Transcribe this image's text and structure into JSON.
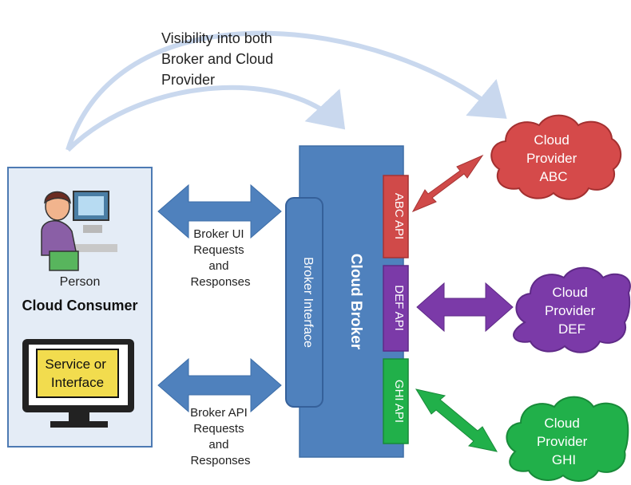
{
  "visibility_note": [
    "Visibility into both",
    "Broker  and Cloud",
    "Provider"
  ],
  "consumer": {
    "person_label": "Person",
    "title": "Cloud Consumer",
    "service_box": [
      "Service or",
      "Interface"
    ]
  },
  "broker_ui_flow": [
    "Broker UI",
    "Requests",
    "and",
    "Responses"
  ],
  "broker_api_flow": [
    "Broker API",
    "Requests",
    "and",
    "Responses"
  ],
  "broker_interface_label": "Broker Interface",
  "cloud_broker_label": "Cloud Broker",
  "apis": [
    {
      "label": "ABC API",
      "color": "#d04a49"
    },
    {
      "label": "DEF API",
      "color": "#7b3aa8"
    },
    {
      "label": "GHI API",
      "color": "#21b04a"
    }
  ],
  "providers": [
    {
      "lines": [
        "Cloud",
        "Provider",
        "ABC"
      ],
      "color": "#d54a4a"
    },
    {
      "lines": [
        "Cloud",
        "Provider",
        "DEF"
      ],
      "color": "#7b3aa8"
    },
    {
      "lines": [
        "Cloud",
        "Provider",
        "GHI"
      ],
      "color": "#21b04a"
    }
  ],
  "colors": {
    "consumer_bg": "#e4ecf6",
    "consumer_border": "#4d7ab3",
    "broker_blue": "#4f81bd",
    "arrow_blue": "#4f81bd",
    "curve_blue": "#bfd0ea",
    "service_fill": "#f2dc4e"
  }
}
